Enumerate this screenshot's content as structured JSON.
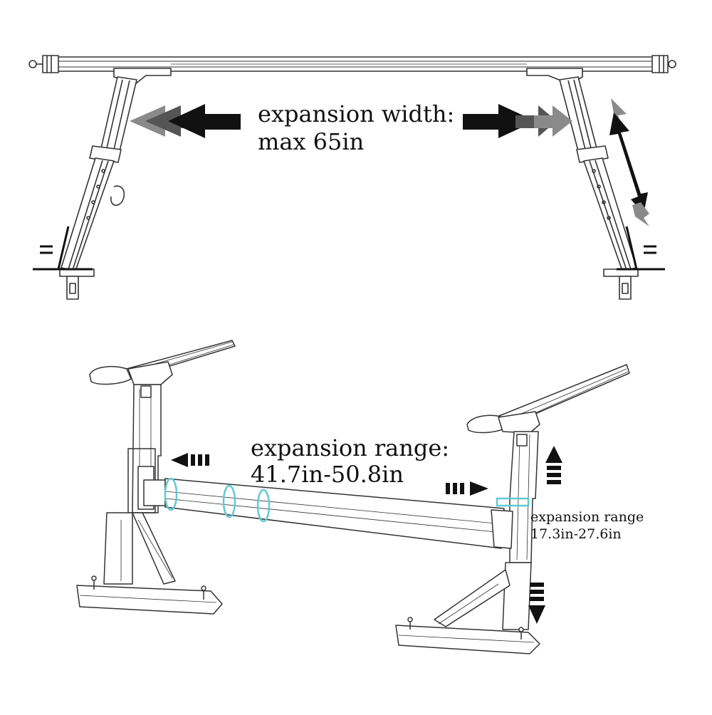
{
  "top_view": {
    "width_label_line1": "expansion width:",
    "width_label_line2": "max 65in"
  },
  "bottom_view": {
    "range_label_line1": "expansion range:",
    "range_label_line2": "41.7in-50.8in",
    "vertical_range_line1": "expansion range",
    "vertical_range_line2": "17.3in-27.6in"
  },
  "colors": {
    "line": "#333333",
    "arrow_dark": "#111111",
    "arrow_mid": "#555555",
    "arrow_light": "#8a8a8a",
    "clamp_accent": "#5fc9d6"
  }
}
